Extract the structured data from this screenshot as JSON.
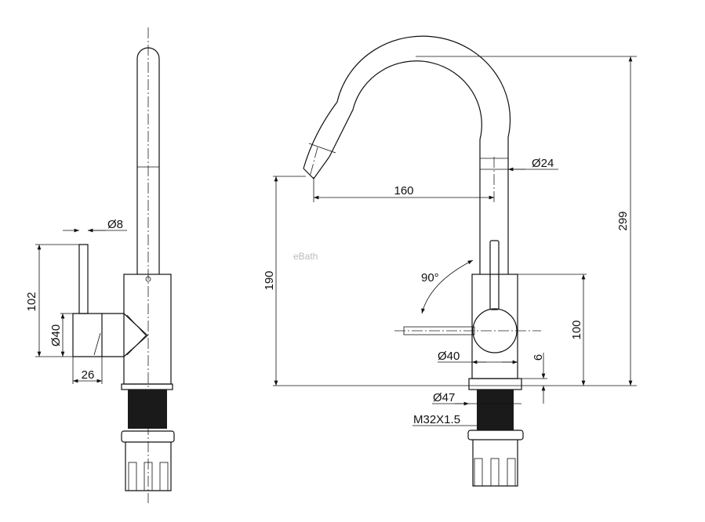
{
  "watermark": "eBath",
  "side_view": {
    "dims": {
      "lever_diameter": "Ø8",
      "lever_height": "102",
      "handle_diameter": "Ø40",
      "handle_depth": "26"
    }
  },
  "front_view": {
    "dims": {
      "spout_diameter": "Ø24",
      "spout_reach": "160",
      "spout_clearance": "190",
      "total_height": "299",
      "rotation": "90°",
      "body_height": "100",
      "body_diameter": "Ø40",
      "base_thickness": "6",
      "base_diameter": "Ø47",
      "thread": "M32X1.5"
    }
  },
  "colors": {
    "line": "#111111",
    "watermark": "#bbbbbb"
  }
}
